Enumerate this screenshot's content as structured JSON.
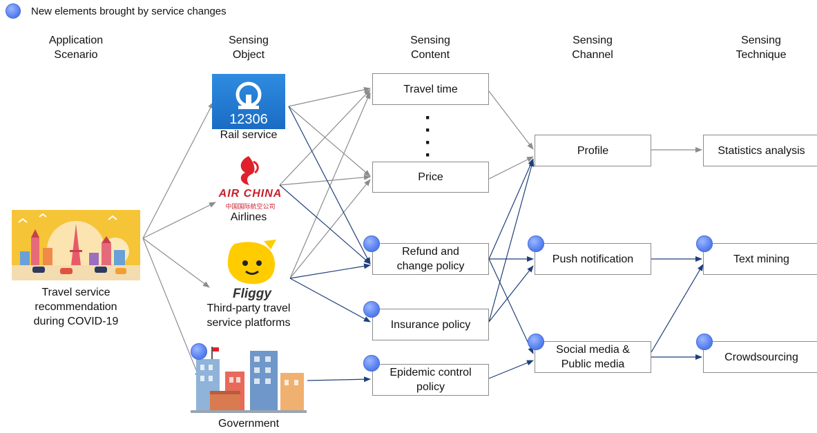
{
  "legend": {
    "text": "New elements brought by service changes"
  },
  "headers": {
    "scenario": [
      "Application",
      "Scenario"
    ],
    "object": [
      "Sensing",
      "Object"
    ],
    "content": [
      "Sensing",
      "Content"
    ],
    "channel": [
      "Sensing",
      "Channel"
    ],
    "technique": [
      "Sensing",
      "Technique"
    ]
  },
  "scenario": {
    "lines": [
      "Travel service",
      "recommendation",
      "during COVID-19"
    ]
  },
  "objects": {
    "rail": {
      "logo_text": "12306",
      "label": "Rail service"
    },
    "airlines": {
      "logo_text": "AIR CHINA",
      "logo_sub": "中国国际航空公司",
      "label": "Airlines"
    },
    "platforms": {
      "logo_text": "Fliggy",
      "lines": [
        "Third-party travel",
        "service platforms"
      ]
    },
    "government": {
      "label": "Government"
    }
  },
  "content": {
    "travel_time": "Travel time",
    "ellipsis": "⋮",
    "price": "Price",
    "refund": [
      "Refund and",
      "change policy"
    ],
    "insurance": "Insurance policy",
    "epidemic": [
      "Epidemic control",
      "policy"
    ]
  },
  "channel": {
    "profile": "Profile",
    "push": "Push notification",
    "social": [
      "Social media &",
      "Public media"
    ]
  },
  "technique": {
    "statistics": "Statistics analysis",
    "text_mining": "Text mining",
    "crowdsourcing": "Crowdsourcing"
  },
  "colors": {
    "gray_arrow": "#8c8c8c",
    "blue_arrow": "#1f3f7a",
    "new_dot": "#5b82f0"
  }
}
